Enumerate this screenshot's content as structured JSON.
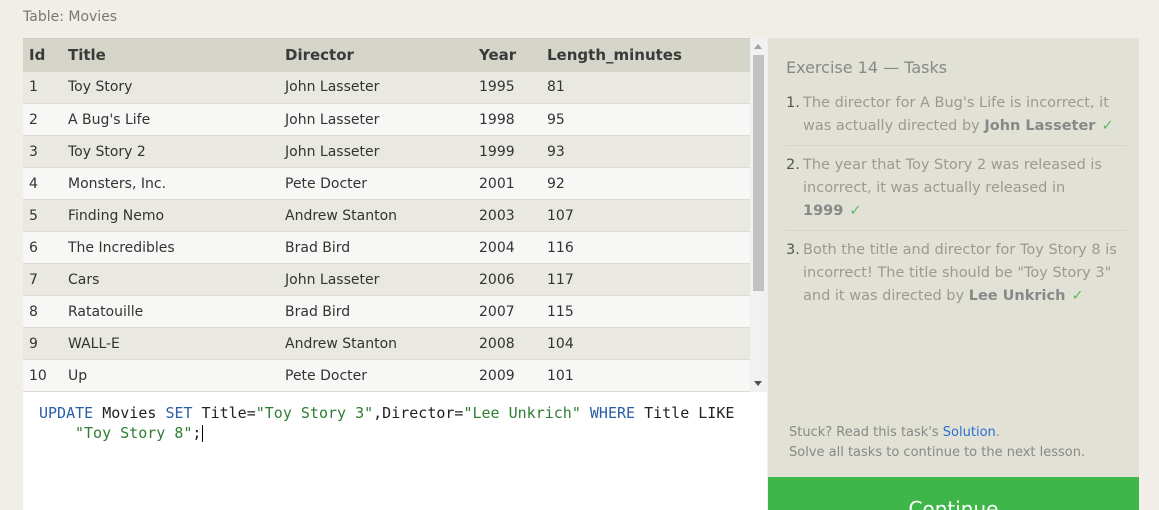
{
  "table_caption": "Table: Movies",
  "table": {
    "columns": [
      "Id",
      "Title",
      "Director",
      "Year",
      "Length_minutes"
    ],
    "rows": [
      [
        "1",
        "Toy Story",
        "John Lasseter",
        "1995",
        "81"
      ],
      [
        "2",
        "A Bug's Life",
        "John Lasseter",
        "1998",
        "95"
      ],
      [
        "3",
        "Toy Story 2",
        "John Lasseter",
        "1999",
        "93"
      ],
      [
        "4",
        "Monsters, Inc.",
        "Pete Docter",
        "2001",
        "92"
      ],
      [
        "5",
        "Finding Nemo",
        "Andrew Stanton",
        "2003",
        "107"
      ],
      [
        "6",
        "The Incredibles",
        "Brad Bird",
        "2004",
        "116"
      ],
      [
        "7",
        "Cars",
        "John Lasseter",
        "2006",
        "117"
      ],
      [
        "8",
        "Ratatouille",
        "Brad Bird",
        "2007",
        "115"
      ],
      [
        "9",
        "WALL-E",
        "Andrew Stanton",
        "2008",
        "104"
      ],
      [
        "10",
        "Up",
        "Pete Docter",
        "2009",
        "101"
      ]
    ]
  },
  "editor": {
    "kw_update": "UPDATE",
    "t_movies": " Movies ",
    "kw_set": "SET",
    "t_title": " Title=",
    "s_title": "\"Toy Story 3\"",
    "t_director": ",Director=",
    "s_director": "\"Lee Unkrich\"",
    "kw_where": " WHERE",
    "t_like": " Title LIKE",
    "s_like": "\"Toy Story 8\"",
    "t_end": ";"
  },
  "tasks": {
    "title": "Exercise 14 — Tasks",
    "items": [
      {
        "num": "1.",
        "text": "The director for A Bug's Life is incorrect, it was actually directed by ",
        "bold": "John Lasseter",
        "check": "✓"
      },
      {
        "num": "2.",
        "text": "The year that Toy Story 2 was released is incorrect, it was actually released in ",
        "bold": "1999",
        "check": "✓"
      },
      {
        "num": "3.",
        "text": "Both the title and director for Toy Story 8 is incorrect! The title should be \"Toy Story 3\" and it was directed by ",
        "bold": "Lee Unkrich",
        "check": "✓"
      }
    ],
    "help_prefix": "Stuck? Read this task's ",
    "help_link": "Solution",
    "help_suffix": ".",
    "help_line2": "Solve all tasks to continue to the next lesson.",
    "continue_label": "Continue"
  }
}
